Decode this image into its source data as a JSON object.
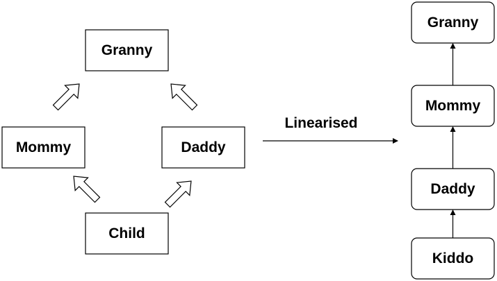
{
  "hierarchy": {
    "granny": "Granny",
    "mommy": "Mommy",
    "daddy": "Daddy",
    "child": "Child"
  },
  "transition_label": "Linearised",
  "linear_chain": {
    "granny": "Granny",
    "mommy": "Mommy",
    "daddy": "Daddy",
    "kiddo": "Kiddo"
  }
}
